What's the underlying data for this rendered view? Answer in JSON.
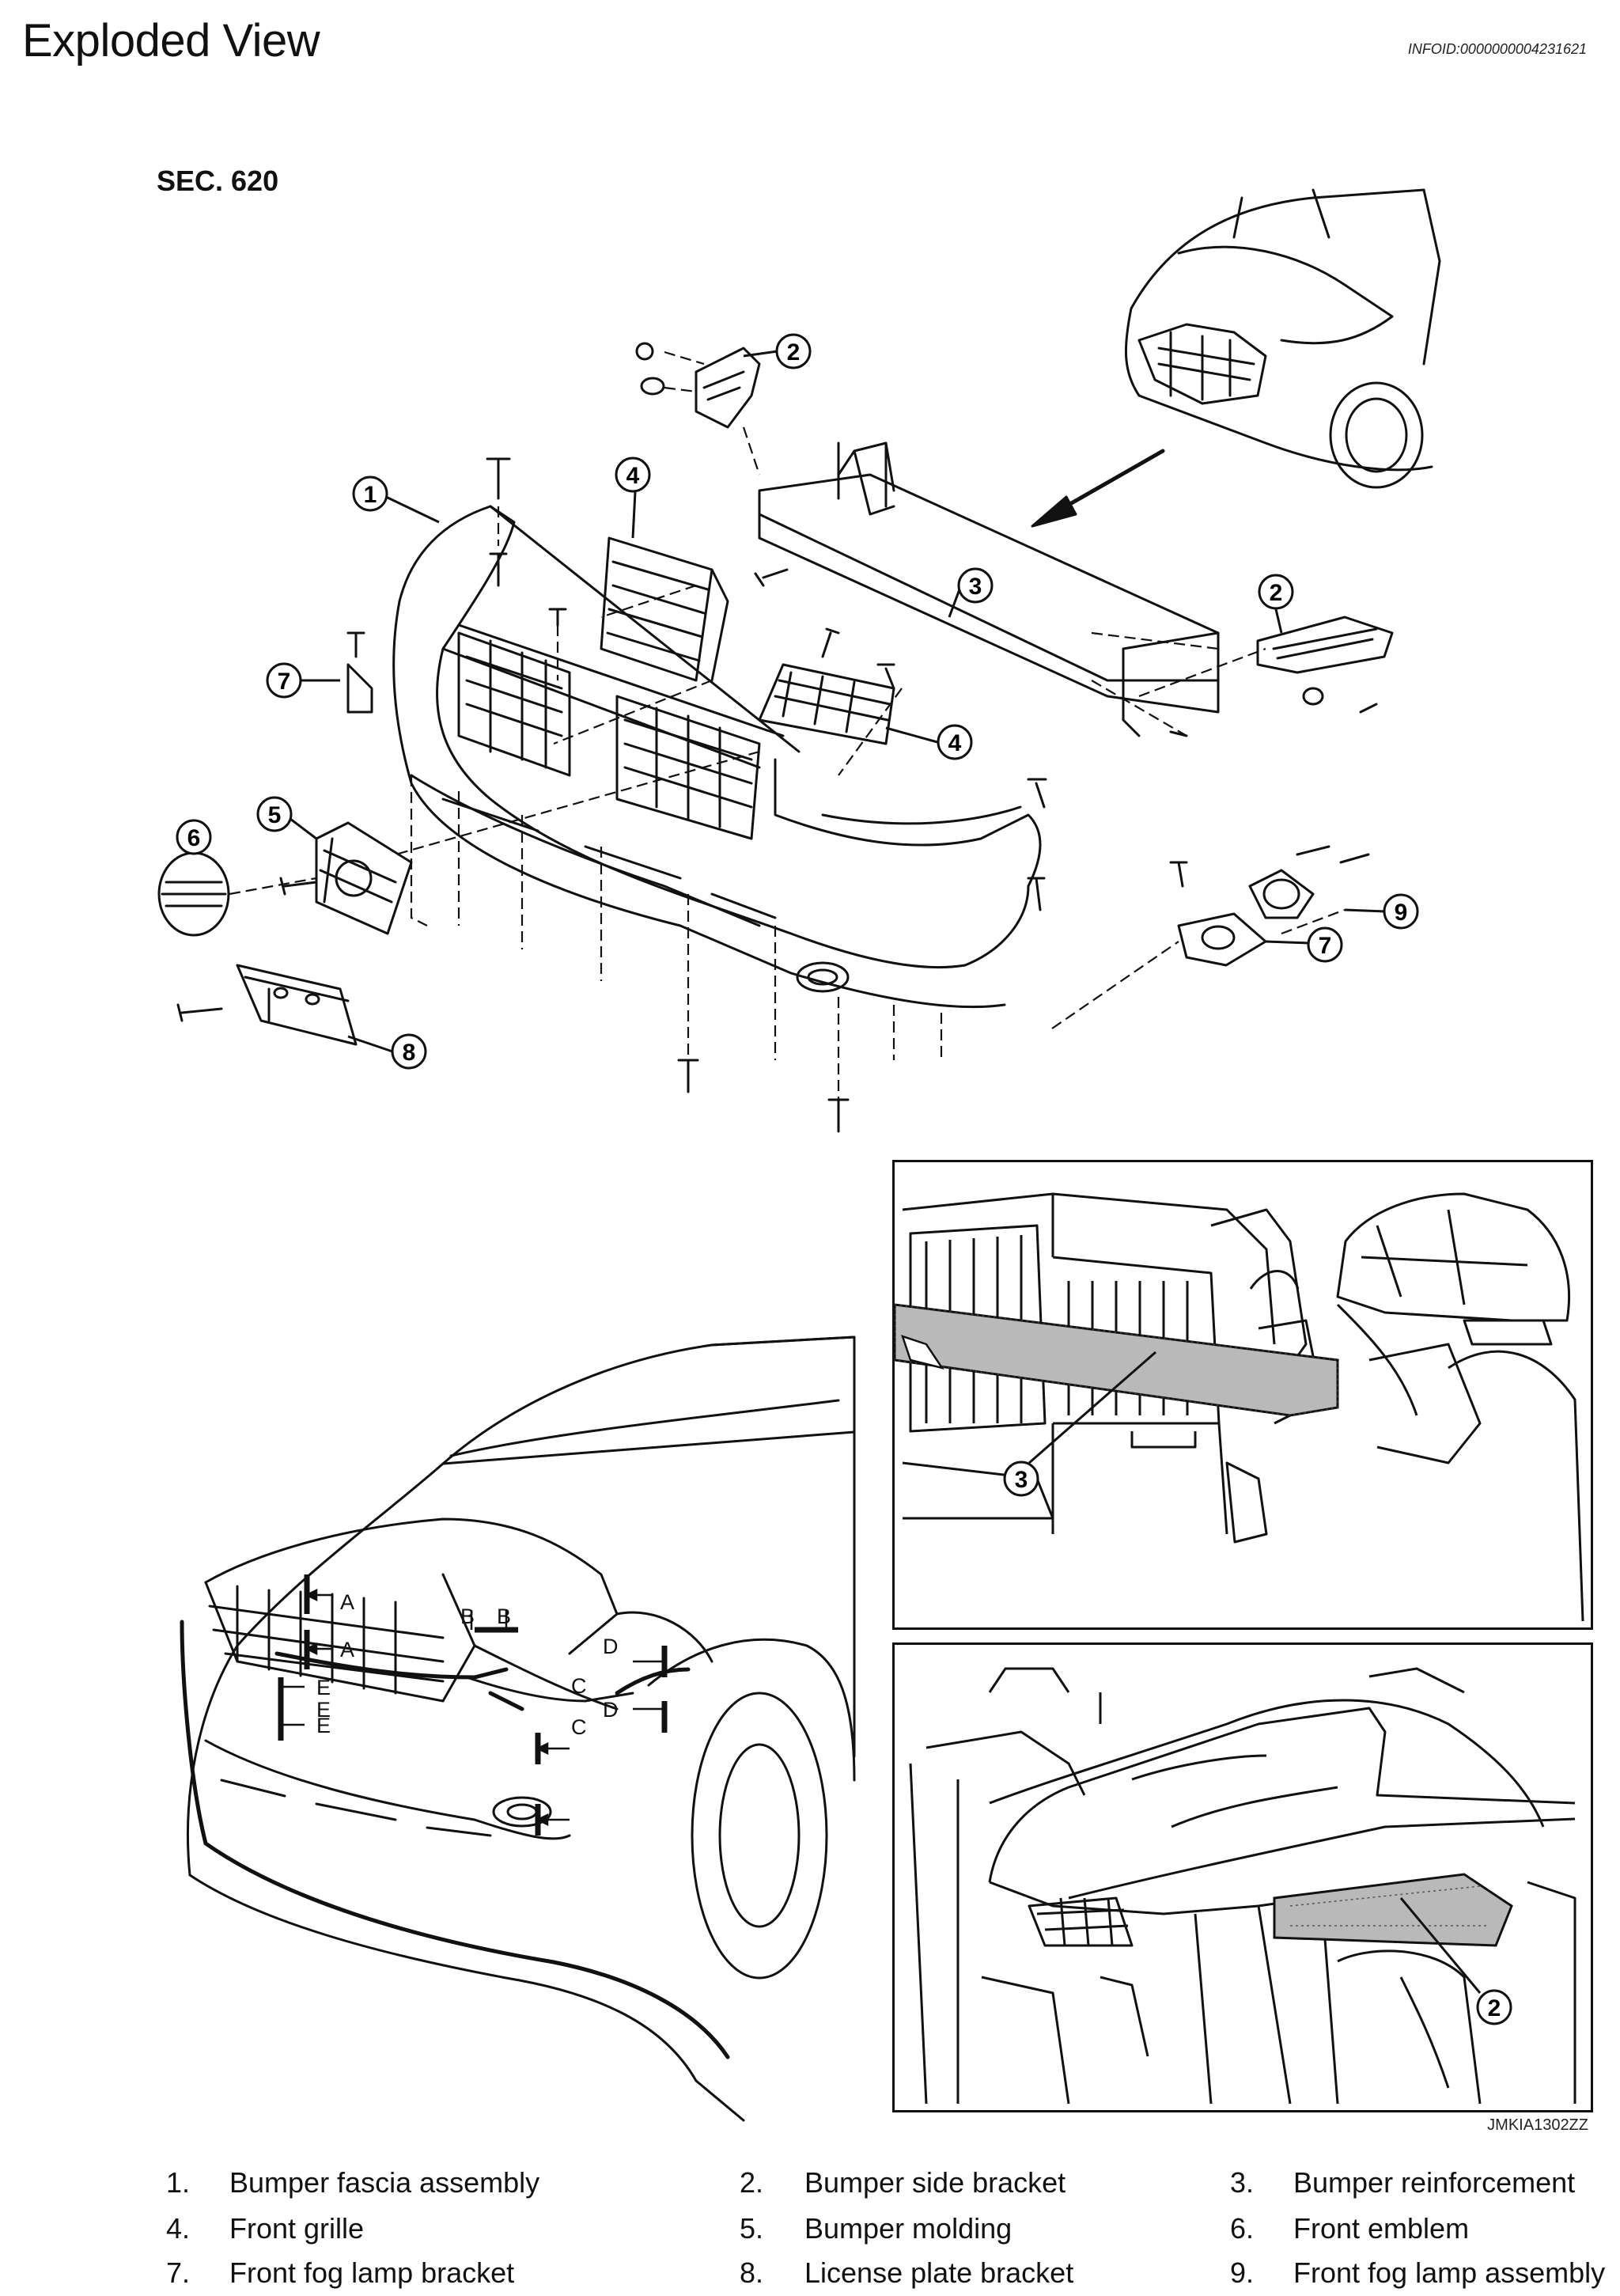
{
  "header": {
    "title": "Exploded View",
    "info_id": "INFOID:0000000004231621"
  },
  "section_label": "SEC. 620",
  "figure_code": "JMKIA1302ZZ",
  "callouts": [
    "1",
    "2",
    "3",
    "4",
    "5",
    "6",
    "7",
    "8",
    "9"
  ],
  "section_marks": [
    "A",
    "B",
    "C",
    "D",
    "E"
  ],
  "legend": [
    {
      "num": "1.",
      "name": "Bumper fascia assembly"
    },
    {
      "num": "2.",
      "name": "Bumper side bracket"
    },
    {
      "num": "3.",
      "name": "Bumper reinforcement"
    },
    {
      "num": "4.",
      "name": "Front grille"
    },
    {
      "num": "5.",
      "name": "Bumper molding"
    },
    {
      "num": "6.",
      "name": "Front emblem"
    },
    {
      "num": "7.",
      "name": "Front fog lamp bracket"
    },
    {
      "num": "8.",
      "name": "License plate bracket"
    },
    {
      "num": "9.",
      "name": "Front fog lamp assembly"
    }
  ]
}
